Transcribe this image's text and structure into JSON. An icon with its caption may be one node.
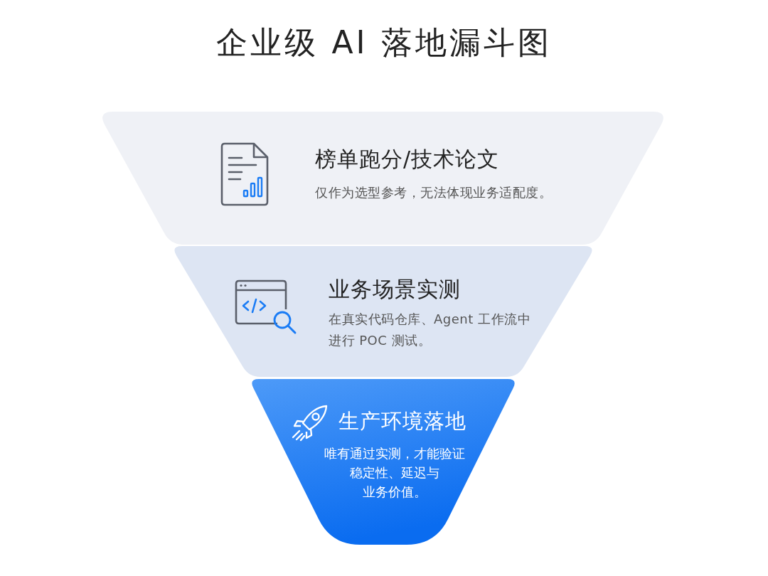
{
  "diagram": {
    "title": "企业级 AI 落地漏斗图",
    "nodes": [
      {
        "text": [
          "榜单跑分/技术论文",
          "仅作为选型参考，无法体现业务适配度。"
        ]
      },
      {
        "text": [
          "业务场景实测",
          "在真实代码仓库、Agent 工作流中进行 POC 测试。"
        ]
      },
      {
        "text": [
          "生产环境落地",
          "唯有通过实测，才能验证稳定性、延迟与业务价值。"
        ]
      }
    ]
  }
}
